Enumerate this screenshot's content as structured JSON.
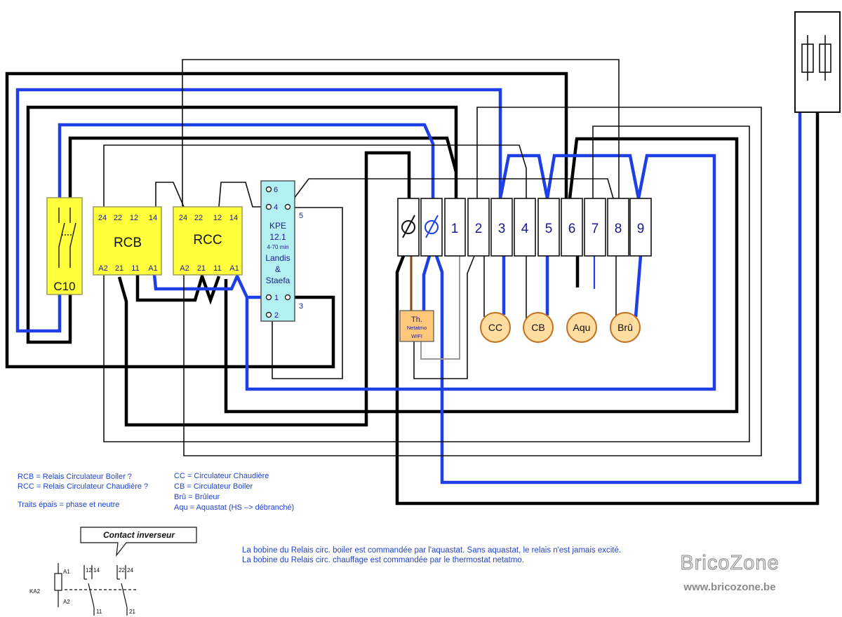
{
  "colors": {
    "phase_neutral_wire": "#000000",
    "blue_wire": "#1f3fe6",
    "relay_fill": "#ffff3c",
    "timer_fill": "#b3f0f2",
    "load_fill": "#ffdca0",
    "thermostat_fill": "#ffc77a",
    "legend_text": "#2244cc"
  },
  "icons": [
    "breaker-switch-icon",
    "earth-terminal-icon",
    "fuse-icon",
    "coil-icon"
  ],
  "breaker": {
    "label": "C10"
  },
  "rcb": {
    "name": "RCB",
    "top_pins": [
      "24",
      "22",
      "12",
      "14"
    ],
    "bottom_pins": [
      "A2",
      "21",
      "11",
      "A1"
    ]
  },
  "rcc": {
    "name": "RCC",
    "top_pins": [
      "24",
      "22",
      "12",
      "14"
    ],
    "bottom_pins": [
      "A2",
      "21",
      "11",
      "A1"
    ]
  },
  "kpe": {
    "title": "KPE",
    "model": "12.1",
    "range": "4-70 min",
    "maker_1": "Landis",
    "maker_amp": "&",
    "maker_2": "Staefa",
    "pins": {
      "p6": "6",
      "p4": "4",
      "p5": "5",
      "p1": "1",
      "p3": "3",
      "p2": "2"
    }
  },
  "terminal_block": {
    "terminals": [
      "1",
      "2",
      "3",
      "4",
      "5",
      "6",
      "7",
      "8",
      "9"
    ]
  },
  "thermostat": {
    "line_1": "Th.",
    "line_2": "Netatmo",
    "line_3": "WIFI"
  },
  "loads": {
    "cc": "CC",
    "cb": "CB",
    "aqu": "Aqu",
    "bru": "Brû"
  },
  "legend": {
    "rcb": "RCB = Relais Circulateur Boiler ?",
    "rcc": "RCC = Relais Circulateur Chaudière ?",
    "thick": "Traits épais = phase et neutre",
    "cc": "CC = Circulateur Chaudière",
    "cb": "CB = Circulateur Boiler",
    "bru": "Brû = Brûleur",
    "aqu": "Aqu = Aquastat (HS –> débranché)"
  },
  "contact_diagram": {
    "title": "Contact inverseur",
    "relay": "KA2",
    "coil_top": "A1",
    "coil_bottom": "A2",
    "c1_nc": "12",
    "c1_no": "14",
    "c1_com": "11",
    "c2_nc": "22",
    "c2_no": "24",
    "c2_com": "21"
  },
  "notes": [
    "La bobine du Relais circ. boiler est commandée par l'aquastat. Sans aquastat, le relais n'est jamais excité.",
    "La bobine du Relais circ. chauffage est commandée par le thermostat netatmo."
  ],
  "brand": {
    "name": "BricoZone",
    "url": "www.bricozone.be"
  }
}
